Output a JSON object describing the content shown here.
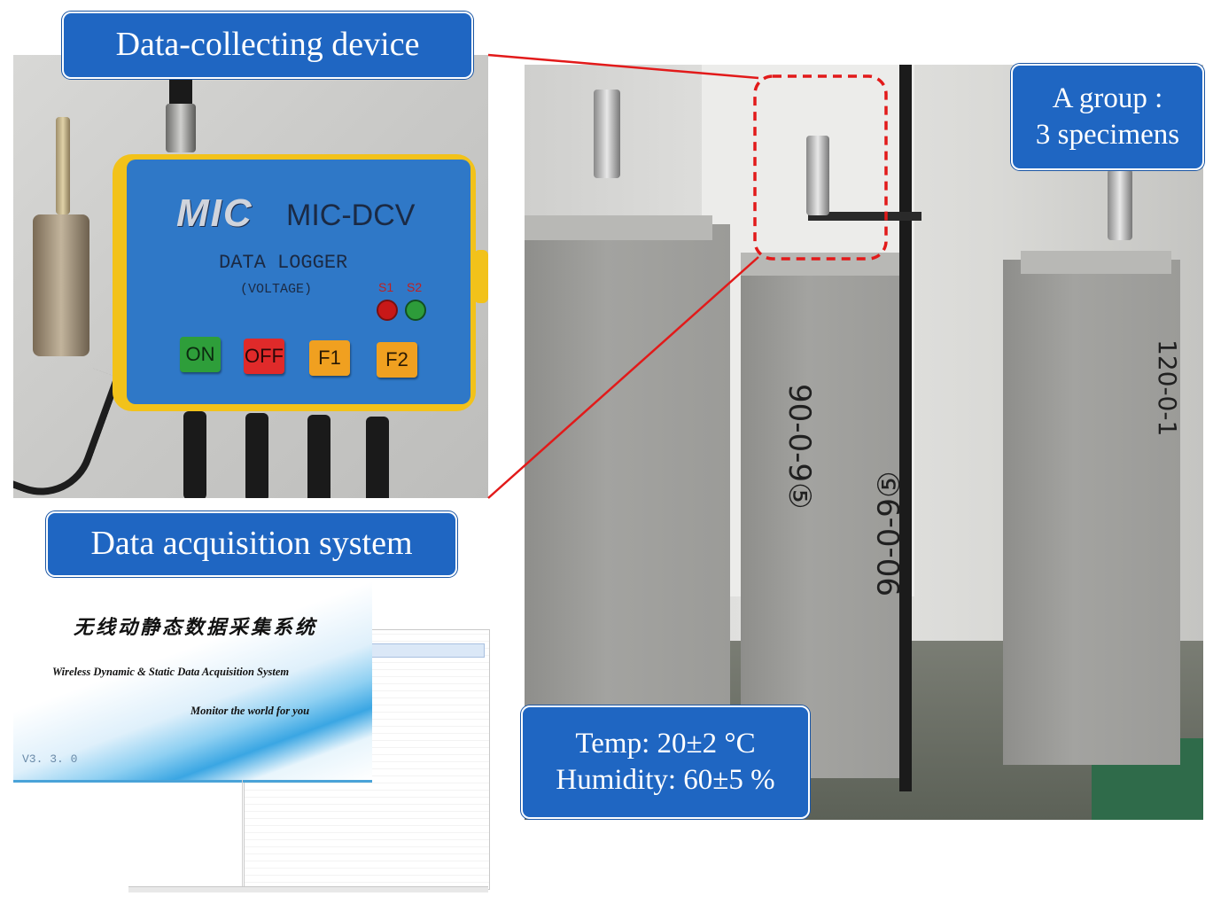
{
  "callouts": {
    "device": "Data-collecting device",
    "software": "Data acquisition system",
    "group_line1": "A group :",
    "group_line2": "3 specimens",
    "temp_line1": "Temp: 20±2 °C",
    "temp_line2": "Humidity: 60±5 %"
  },
  "device": {
    "brand_logo": "MIC",
    "model": "MIC-DCV",
    "type_label": "DATA LOGGER",
    "sub_label": "(VOLTAGE)",
    "indicator_labels": [
      "S1",
      "S2"
    ],
    "buttons": [
      {
        "label": "ON",
        "color": "#2e9e3a"
      },
      {
        "label": "OFF",
        "color": "#e02a2a"
      },
      {
        "label": "F1",
        "color": "#f0a020"
      },
      {
        "label": "F2",
        "color": "#f0a020"
      }
    ]
  },
  "software": {
    "title_cn": "无线动静态数据采集系统",
    "title_en": "Wireless Dynamic & Static Data Acquisition System",
    "slogan": "Monitor the world for you",
    "version": "V3. 3. 0"
  },
  "specimen_labels": [
    "90-0-9⑤",
    "90-0-9⑤",
    "120-0-1"
  ],
  "colors": {
    "callout_bg": "#1f66c2",
    "leader_line": "#e21a1a"
  }
}
